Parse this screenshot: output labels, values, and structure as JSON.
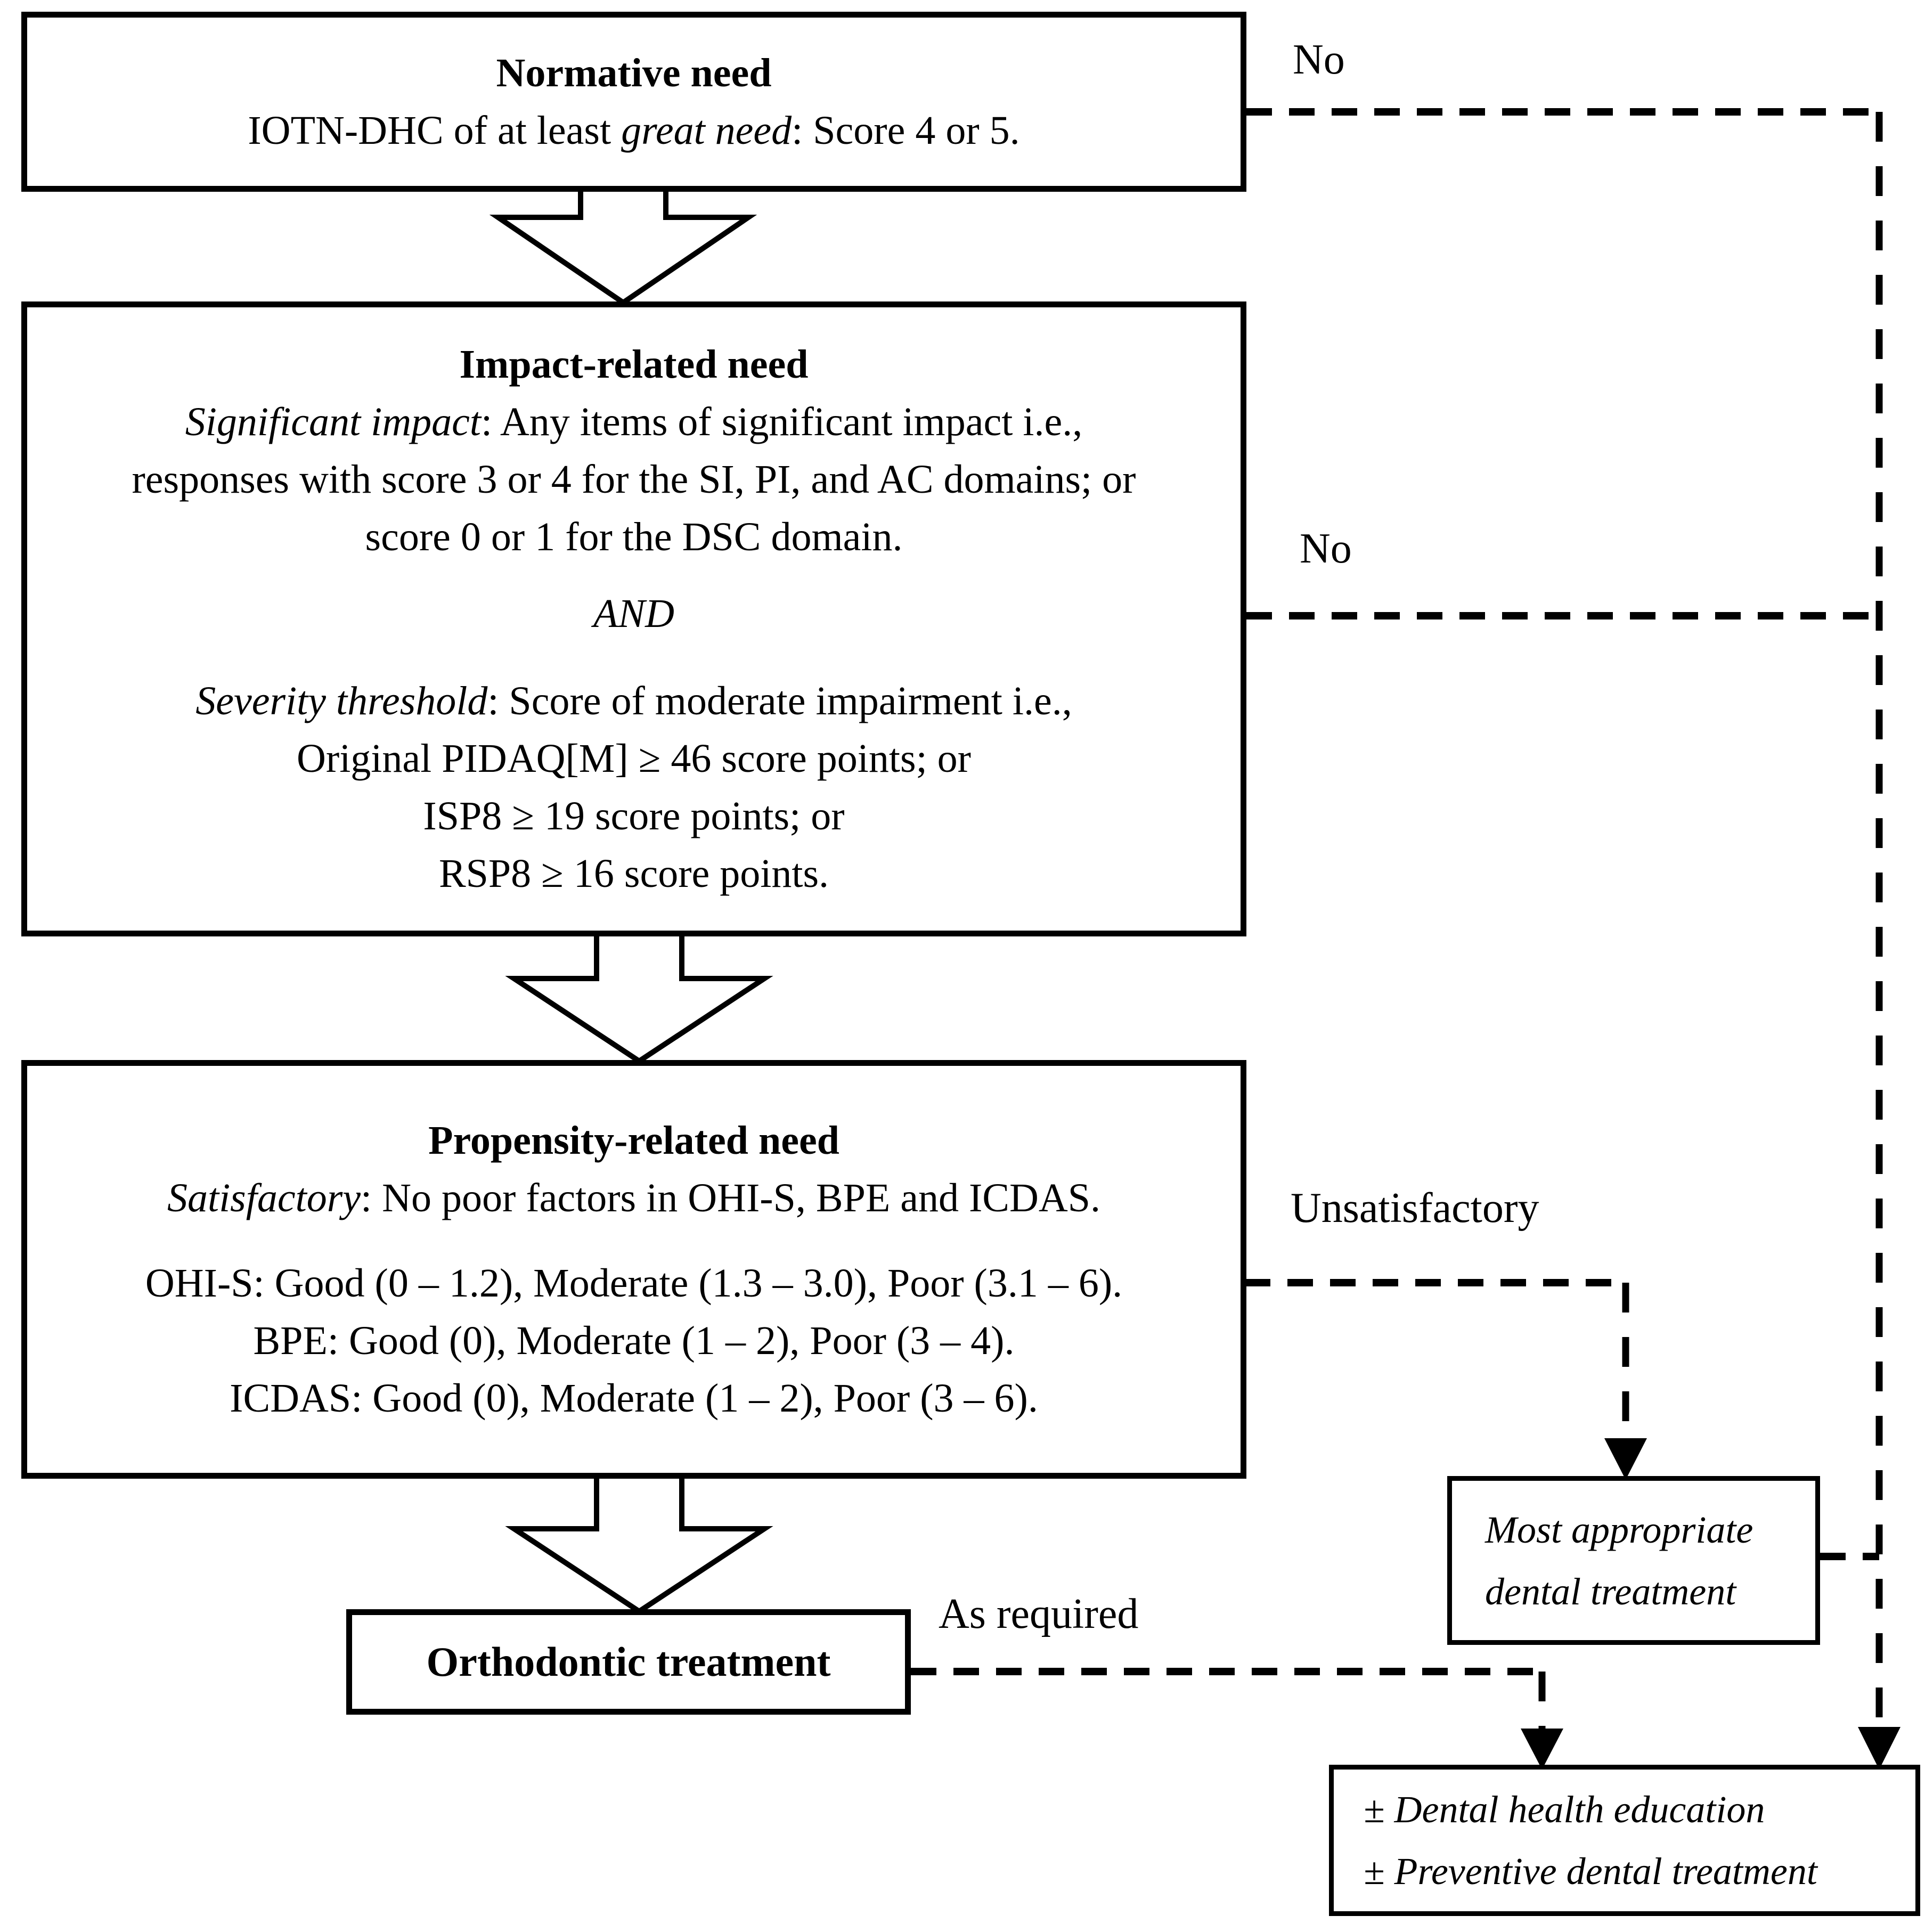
{
  "canvas": {
    "background": "#ffffff",
    "ink": "#000000"
  },
  "edge_labels": {
    "no_top": "No",
    "no_middle": "No",
    "unsatisfactory": "Unsatisfactory",
    "as_required": "As required"
  },
  "boxes": {
    "normative": {
      "title": "Normative need",
      "criteria_pre": "IOTN-DHC of at least ",
      "criteria_italic": "great need",
      "criteria_post": ": Score 4 or 5."
    },
    "impact": {
      "title": "Impact-related need",
      "significant_label": "Significant impact",
      "significant_line1_rest": ": Any items of significant impact i.e.,",
      "significant_line2": "responses with score 3 or 4 for the SI, PI, and AC domains; or",
      "significant_line3": "score 0 or 1 for the DSC domain.",
      "connector": "AND",
      "severity_label": "Severity threshold",
      "severity_line1_rest": ": Score of moderate impairment i.e.,",
      "severity_line2": "Original PIDAQ[M] ≥ 46 score points; or",
      "severity_line3": "ISP8 ≥ 19 score points; or",
      "severity_line4": "RSP8 ≥ 16 score points."
    },
    "propensity": {
      "title": "Propensity-related need",
      "satisfactory_label": "Satisfactory",
      "satisfactory_rest": ": No poor factors in OHI-S, BPE and ICDAS.",
      "ohis_line": "OHI-S: Good (0 – 1.2), Moderate (1.3 – 3.0), Poor (3.1 – 6).",
      "bpe_line": "BPE: Good (0), Moderate (1 – 2), Poor (3 – 4).",
      "icdas_line": "ICDAS: Good (0), Moderate (1 – 2), Poor (3 – 6)."
    },
    "orthodontic": {
      "title": "Orthodontic treatment"
    },
    "most_appropriate": {
      "line1": "Most appropriate",
      "line2": "dental treatment"
    },
    "outcome": {
      "line1": "± Dental health education",
      "line2": "± Preventive dental treatment"
    }
  }
}
